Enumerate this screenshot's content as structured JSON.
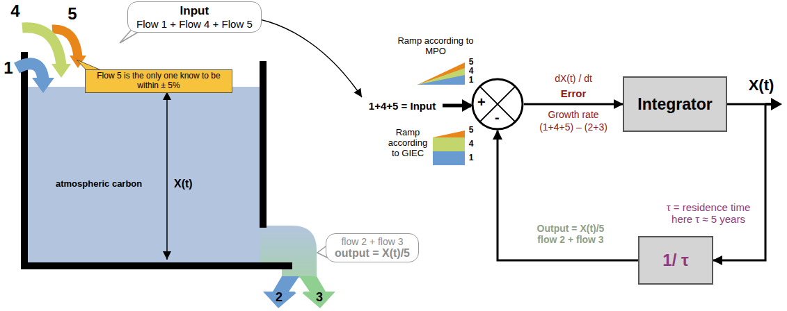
{
  "diagram": {
    "nodes": [
      {
        "text": [
          "Input",
          "Flow 1 + Flow 4 + Flow 5"
        ]
      },
      {
        "text": [
          "Flow 5 is the only one know to be within ± 5%"
        ]
      },
      {
        "text": [
          "atmospheric carbon",
          "X(t)"
        ]
      },
      {
        "text": [
          "flow 2 + flow 3",
          "output = X(t)/5"
        ]
      },
      {
        "text": [
          "+",
          "-"
        ]
      },
      {
        "text": [
          "Integrator"
        ]
      },
      {
        "text": [
          "1/ τ"
        ]
      }
    ],
    "edges": [
      {
        "from": 4,
        "to": 5,
        "arrow": "to",
        "label": "dX(t) / dt"
      },
      {
        "from": 5,
        "to": 6,
        "arrow": "to"
      },
      {
        "from": 6,
        "to": 4,
        "arrow": "to",
        "label": "Output = X(t)/5 flow 2 + flow 3"
      }
    ],
    "labels": [
      "1",
      "4",
      "5",
      "2",
      "3",
      "Ramp according to MPO",
      "5",
      "4",
      "1",
      "Ramp according to GIEC",
      "5",
      "4",
      "1",
      "1+4+5 = Input",
      "Error",
      "Growth rate",
      "(1+4+5) – (2+3)",
      "X(t)",
      "τ = residence time here τ ≈ 5 years"
    ]
  }
}
